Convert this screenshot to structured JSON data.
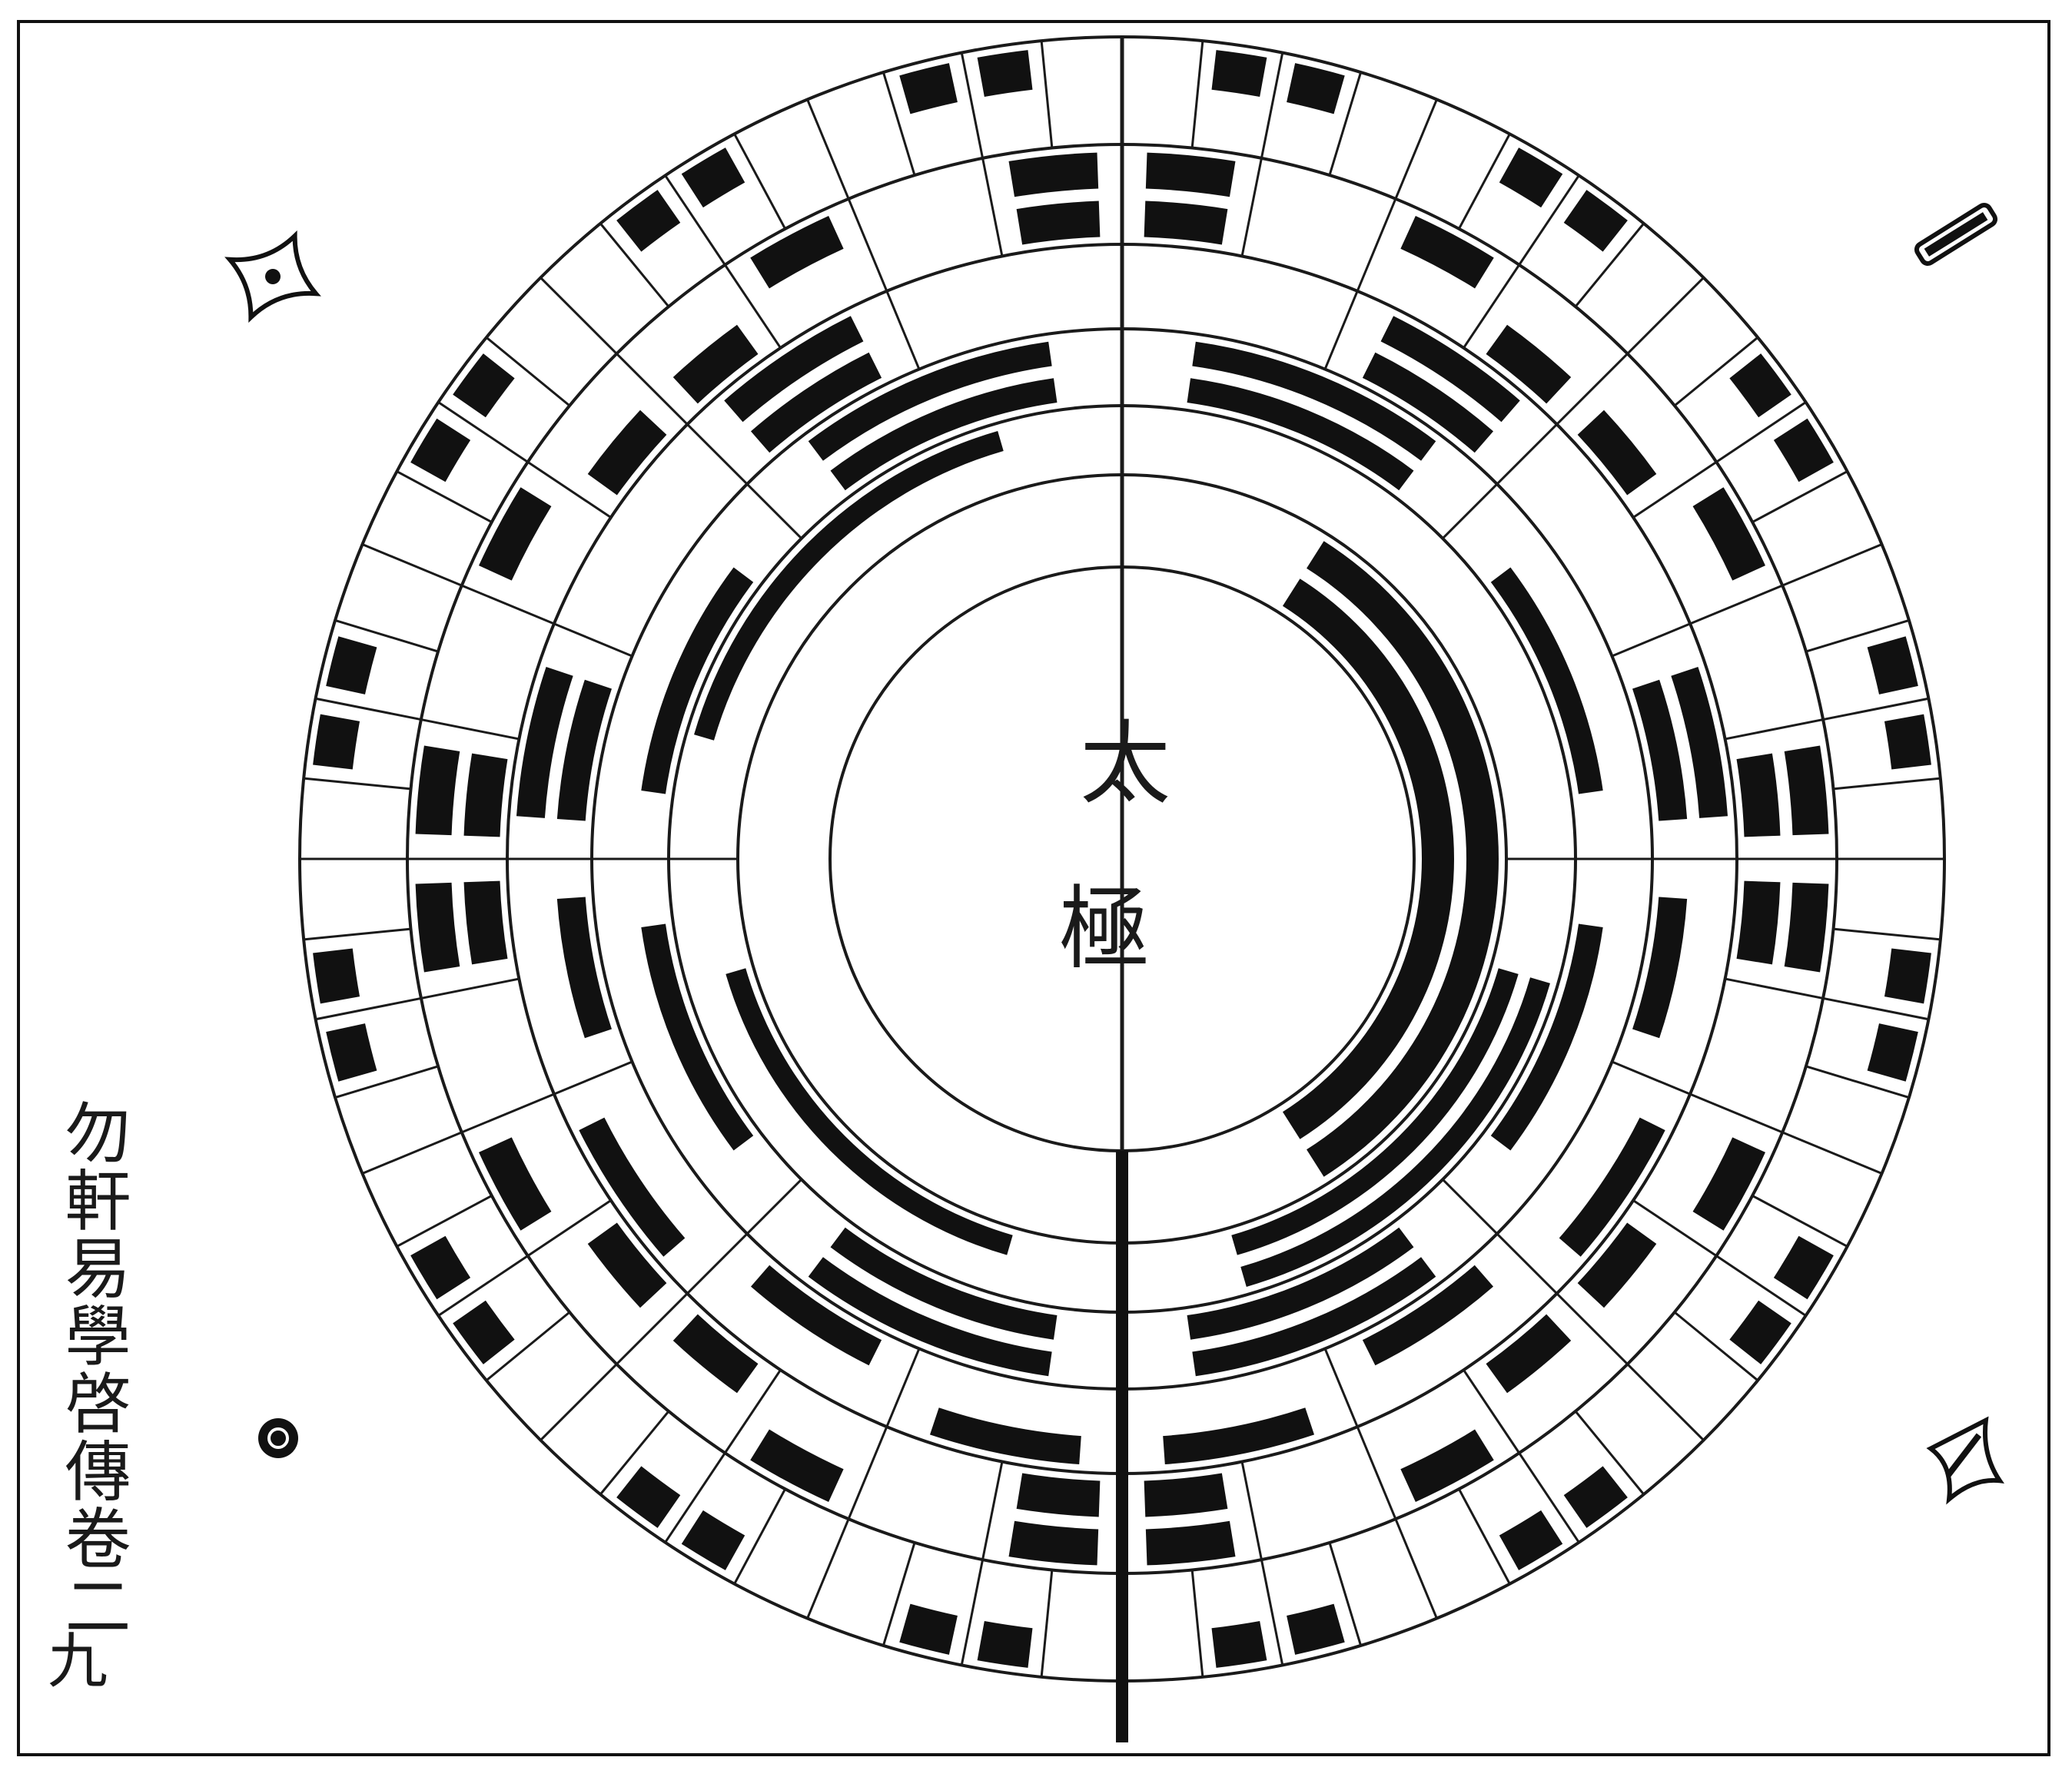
{
  "diagram": {
    "center_label": [
      "太",
      "極"
    ],
    "ring_cell_counts": [
      64,
      32,
      16,
      8,
      4,
      2
    ],
    "yang_color": "#ffffff",
    "yin_color": "#111111",
    "line_color": "#1a1a1a"
  },
  "side_title": "勿軒易學啓傳卷二",
  "page_number": "九",
  "corner_ornaments": [
    "ornament-top-left",
    "ornament-top-right",
    "ornament-bottom-left",
    "ornament-bottom-right"
  ]
}
